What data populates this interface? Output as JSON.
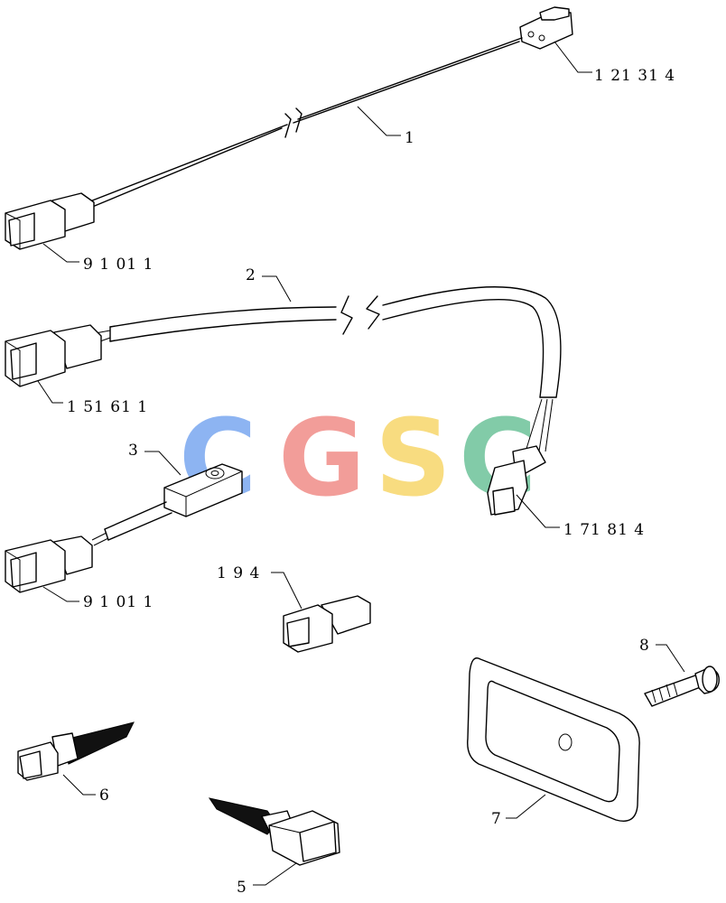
{
  "callouts": {
    "c1214": "1 21 31 4",
    "c1": "1",
    "c9101a": "9 1 01 1",
    "c2": "2",
    "c15161": "1 51 61 1",
    "c3": "3",
    "c171814": "1 71 81 4",
    "c9101b": "9 1 01 1",
    "c194": "1 9 4",
    "c8": "8",
    "c6": "6",
    "c7": "7",
    "c5": "5"
  },
  "watermark": {
    "letters": [
      "C",
      "G",
      "S",
      "C"
    ],
    "colors": [
      "#7aa8f0",
      "#f08d88",
      "#f7d66a",
      "#6dc29a"
    ]
  }
}
